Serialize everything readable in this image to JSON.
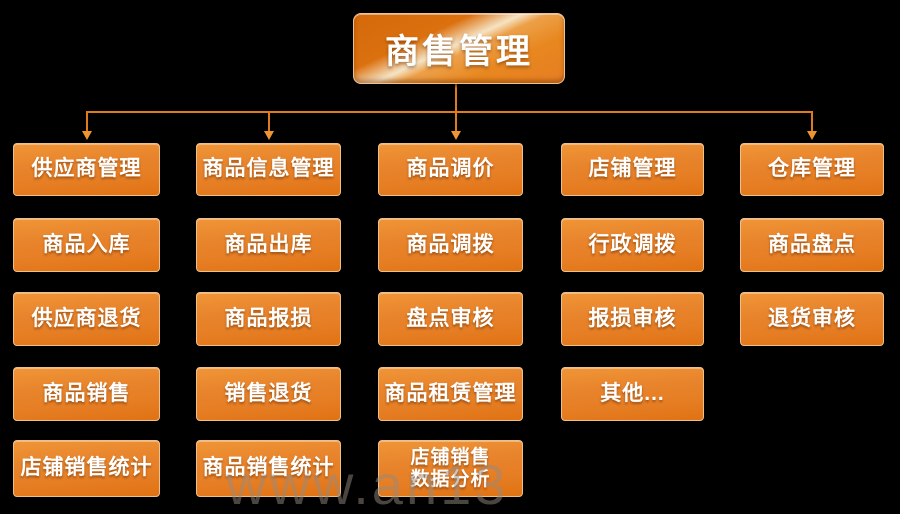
{
  "root": {
    "label": "商售管理"
  },
  "watermark": {
    "text": "www.an13"
  },
  "colors": {
    "node_orange": "#E67D23",
    "root_orange": "#E2750F",
    "line_orange": "#E07A1A",
    "arrowhead_orange": "#ED9530",
    "label_white": "#FFFFFF",
    "background": "#000000"
  },
  "columns": [
    {
      "name": "column-1",
      "connector_arrow": true,
      "nodes": [
        "供应商管理",
        "商品入库",
        "供应商退货",
        "商品销售",
        "店铺销售统计"
      ]
    },
    {
      "name": "column-2",
      "connector_arrow": true,
      "nodes": [
        "商品信息管理",
        "商品出库",
        "商品报损",
        "销售退货",
        "商品销售统计"
      ]
    },
    {
      "name": "column-3",
      "connector_arrow": true,
      "nodes": [
        "商品调价",
        "商品调拨",
        "盘点审核",
        "商品租赁管理",
        "店铺销售\n数据分析"
      ]
    },
    {
      "name": "column-4",
      "connector_arrow": false,
      "nodes": [
        "店铺管理",
        "行政调拨",
        "报损审核",
        "其他..."
      ]
    },
    {
      "name": "column-5",
      "connector_arrow": true,
      "nodes": [
        "仓库管理",
        "商品盘点",
        "退货审核"
      ]
    }
  ]
}
